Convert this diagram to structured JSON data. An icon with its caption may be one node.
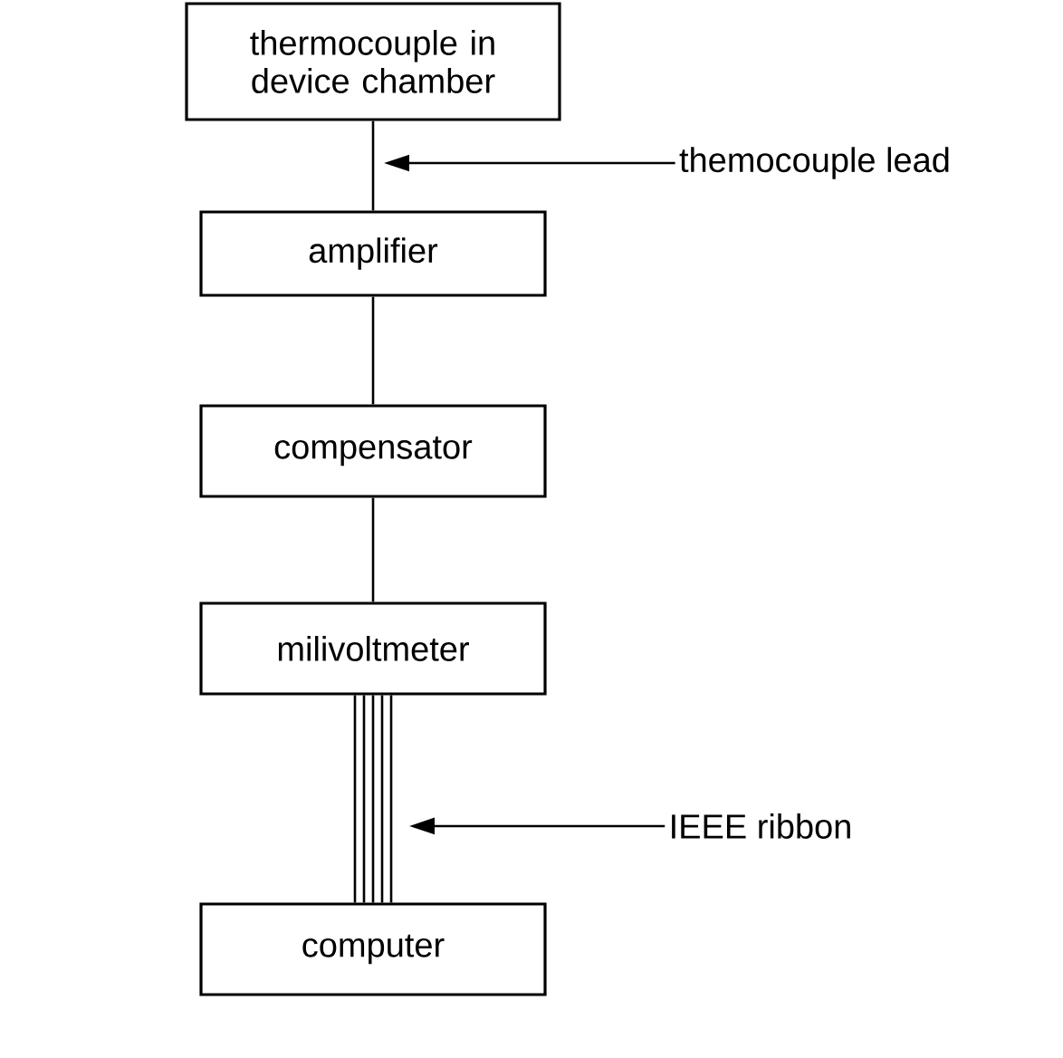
{
  "diagram": {
    "nodes": [
      {
        "text": [
          "thermocouple in device chamber"
        ]
      },
      {
        "text": [
          "amplifier"
        ]
      },
      {
        "text": [
          "compensator"
        ]
      },
      {
        "text": [
          "milivoltmeter"
        ]
      },
      {
        "text": [
          "computer"
        ]
      },
      {
        "text": [
          "themocouple lead"
        ]
      },
      {
        "text": [
          "IEEE ribbon"
        ]
      }
    ],
    "edges": [
      {
        "from": 0,
        "to": 1,
        "arrow": "none"
      },
      {
        "from": 1,
        "to": 2,
        "arrow": "none"
      },
      {
        "from": 2,
        "to": 3,
        "arrow": "none"
      },
      {
        "from": 3,
        "to": 4,
        "arrow": "none"
      },
      {
        "from": 5,
        "to": null,
        "arrow": "to"
      },
      {
        "from": 6,
        "to": null,
        "arrow": "to"
      }
    ]
  }
}
